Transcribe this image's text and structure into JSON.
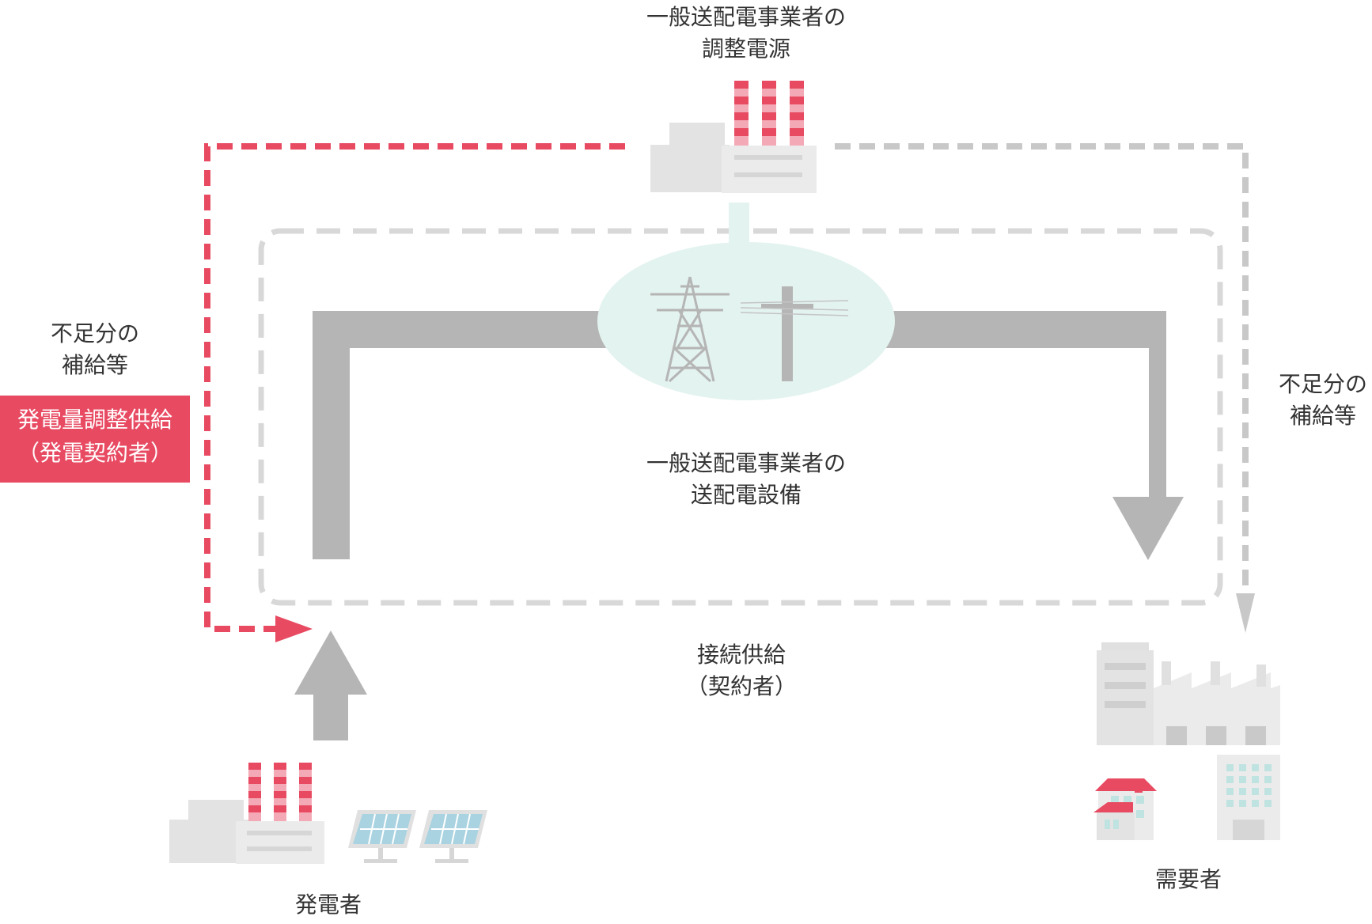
{
  "top_source": {
    "line1": "一般送配電事業者の",
    "line2": "調整電源"
  },
  "grid": {
    "line1": "一般送配電事業者の",
    "line2": "送配電設備"
  },
  "left_supply": {
    "line1": "不足分の",
    "line2": "補給等"
  },
  "right_supply": {
    "line1": "不足分の",
    "line2": "補給等"
  },
  "badge": {
    "line1": "発電量調整供給",
    "line2": "（発電契約者）"
  },
  "connection": {
    "line1": "接続供給",
    "line2": "（契約者）"
  },
  "generator": {
    "label": "発電者"
  },
  "consumer": {
    "label": "需要者"
  },
  "icons": [
    "power-plant-icon",
    "transmission-tower-icon",
    "utility-pole-icon",
    "solar-panel-icon",
    "factory-icon",
    "house-icon",
    "office-building-icon"
  ],
  "colors": {
    "accent": "#e84a62",
    "arrow": "#b5b5b5",
    "dash_gray": "#c8c8c8",
    "grid_ellipse": "#e3f3f0",
    "building": "#e3e3e3",
    "panel": "#a9d3e0"
  }
}
